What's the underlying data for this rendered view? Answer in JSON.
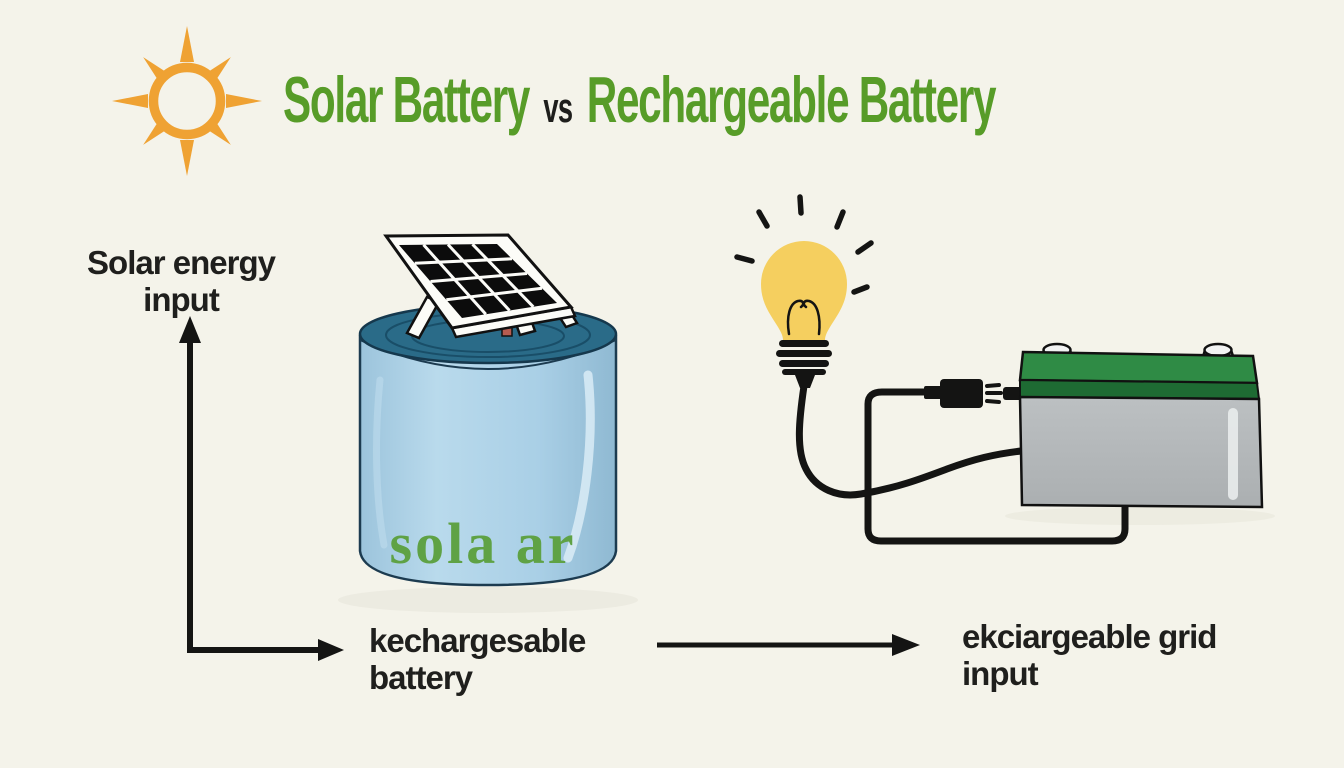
{
  "title": {
    "part1": "Solar Battery",
    "separator": "vs",
    "part2": "Rechargeable Battery"
  },
  "labels": {
    "solar_input": {
      "line1": "Solar energy",
      "line2": "input"
    },
    "left_battery": {
      "line1": "kechargesable",
      "line2": "battery"
    },
    "right_battery": {
      "line1": "ekciargeable grid",
      "line2": "input"
    }
  },
  "solar_battery": {
    "printed_text": "sola ar"
  },
  "icons": {
    "sun-icon": "orange sun ring with 8 tapered rays",
    "solar-panel-icon": "tilted 4x4 black cell panel with white frame on stands",
    "solar-battery-icon": "light blue cylinder battery with dark teal top",
    "light-bulb-icon": "yellow bulb with filament, black screw base and rays",
    "battery-icon": "green-top gray car battery with two silver terminals",
    "power-plug-icon": "black plug with three prongs connecting to battery",
    "up-arrow-icon": "L-shaped arrow pointing up",
    "right-arrow-icon": "arrow pointing right to label",
    "flow-arrow-icon": "long arrow from solar battery label to grid label"
  },
  "colors": {
    "background": "#f4f3ea",
    "title_green": "#579c28",
    "sun_orange": "#efa233",
    "cylinder_blue": "#a9cfe6",
    "cylinder_top_teal": "#2a6b88",
    "printed_text_green": "#5fa245",
    "bulb_yellow": "#f5cf5f",
    "battery_green": "#2f8b45",
    "battery_stripe_green": "#1e6b33",
    "battery_gray": "#b6babc",
    "wire_black": "#141413",
    "label_black": "#1f1f1d"
  }
}
